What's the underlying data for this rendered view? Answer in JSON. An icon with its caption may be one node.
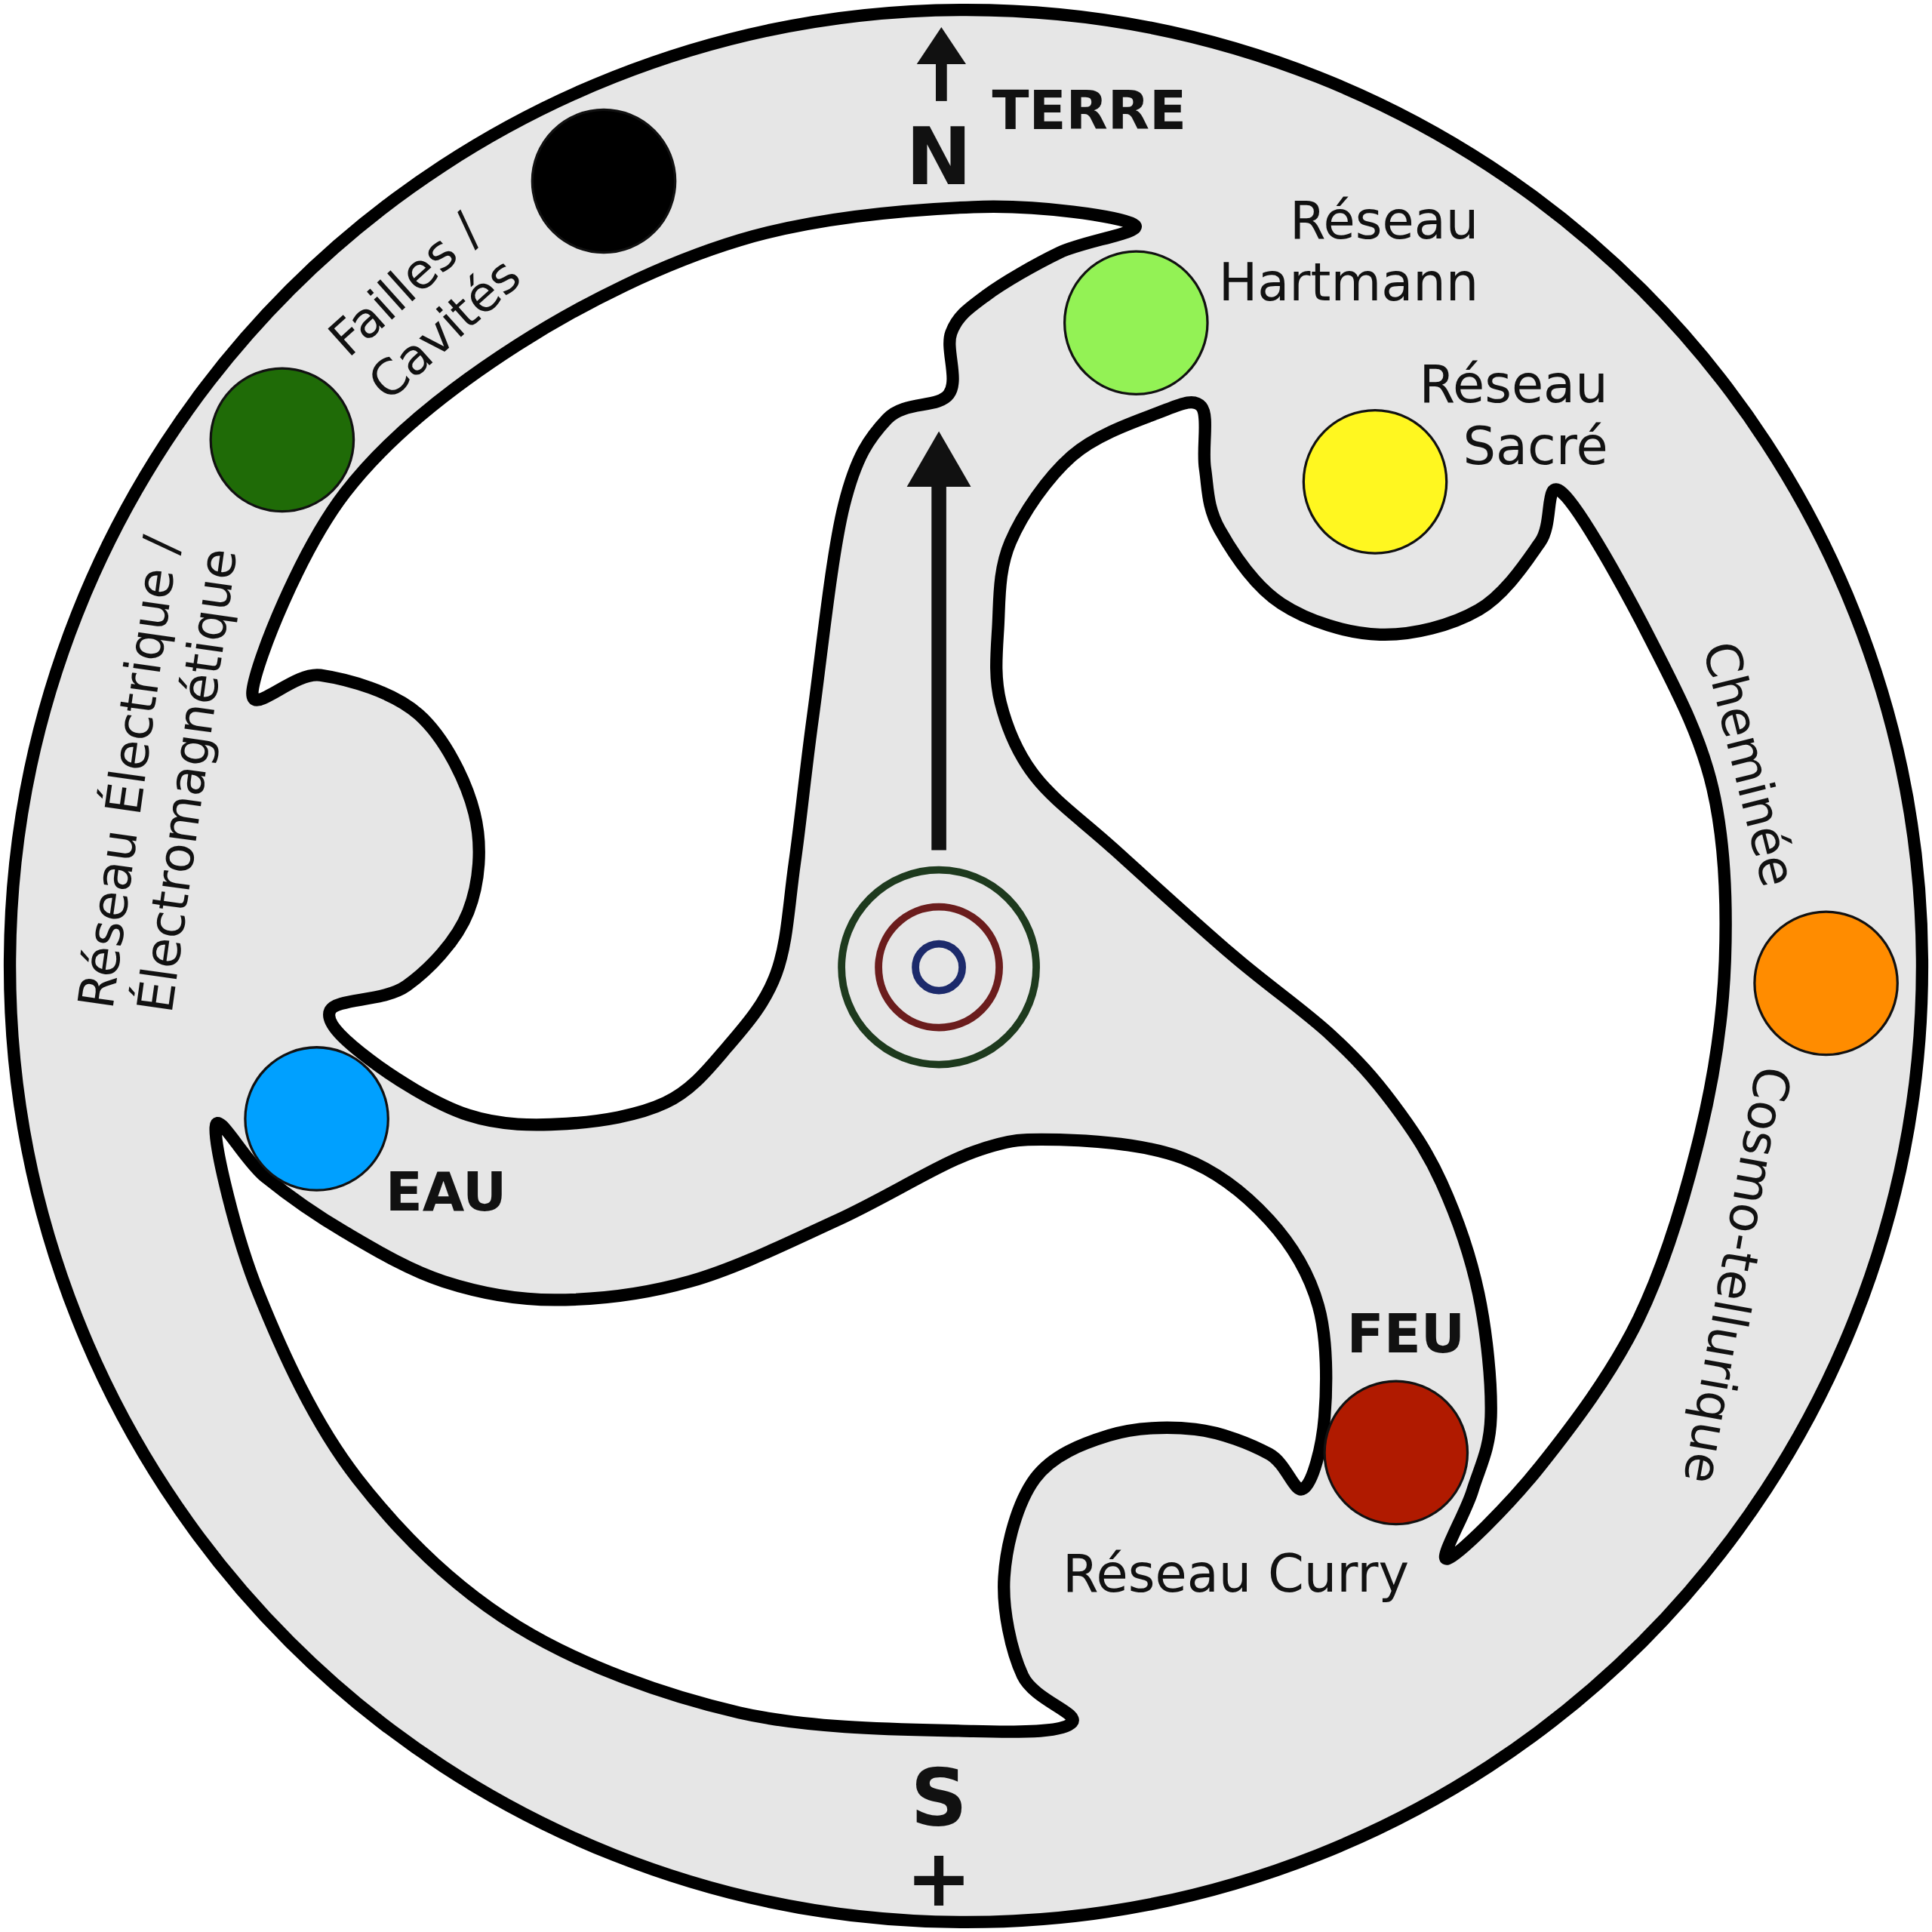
{
  "diagram": {
    "nodes": [
      {
        "text": [],
        "shape": "circle",
        "beside": [
          "Failles / Cavités"
        ]
      },
      {
        "text": [],
        "shape": "circle",
        "beside": [
          "Réseau Hartmann"
        ]
      },
      {
        "text": [],
        "shape": "circle",
        "beside": [
          "Réseau Électrique / Électromagnétique"
        ]
      },
      {
        "text": [],
        "shape": "circle",
        "beside": [
          "Réseau Sacré"
        ]
      },
      {
        "text": [],
        "shape": "circle",
        "beside": [
          "Cheminée",
          "Cosmo-tellurique"
        ]
      },
      {
        "text": [],
        "shape": "circle",
        "beside": [
          "EAU"
        ]
      },
      {
        "text": [],
        "shape": "circle",
        "beside": [
          "FEU",
          "Réseau Curry"
        ]
      }
    ],
    "labels": [
      "TERRE",
      "N",
      "S",
      "+"
    ]
  }
}
